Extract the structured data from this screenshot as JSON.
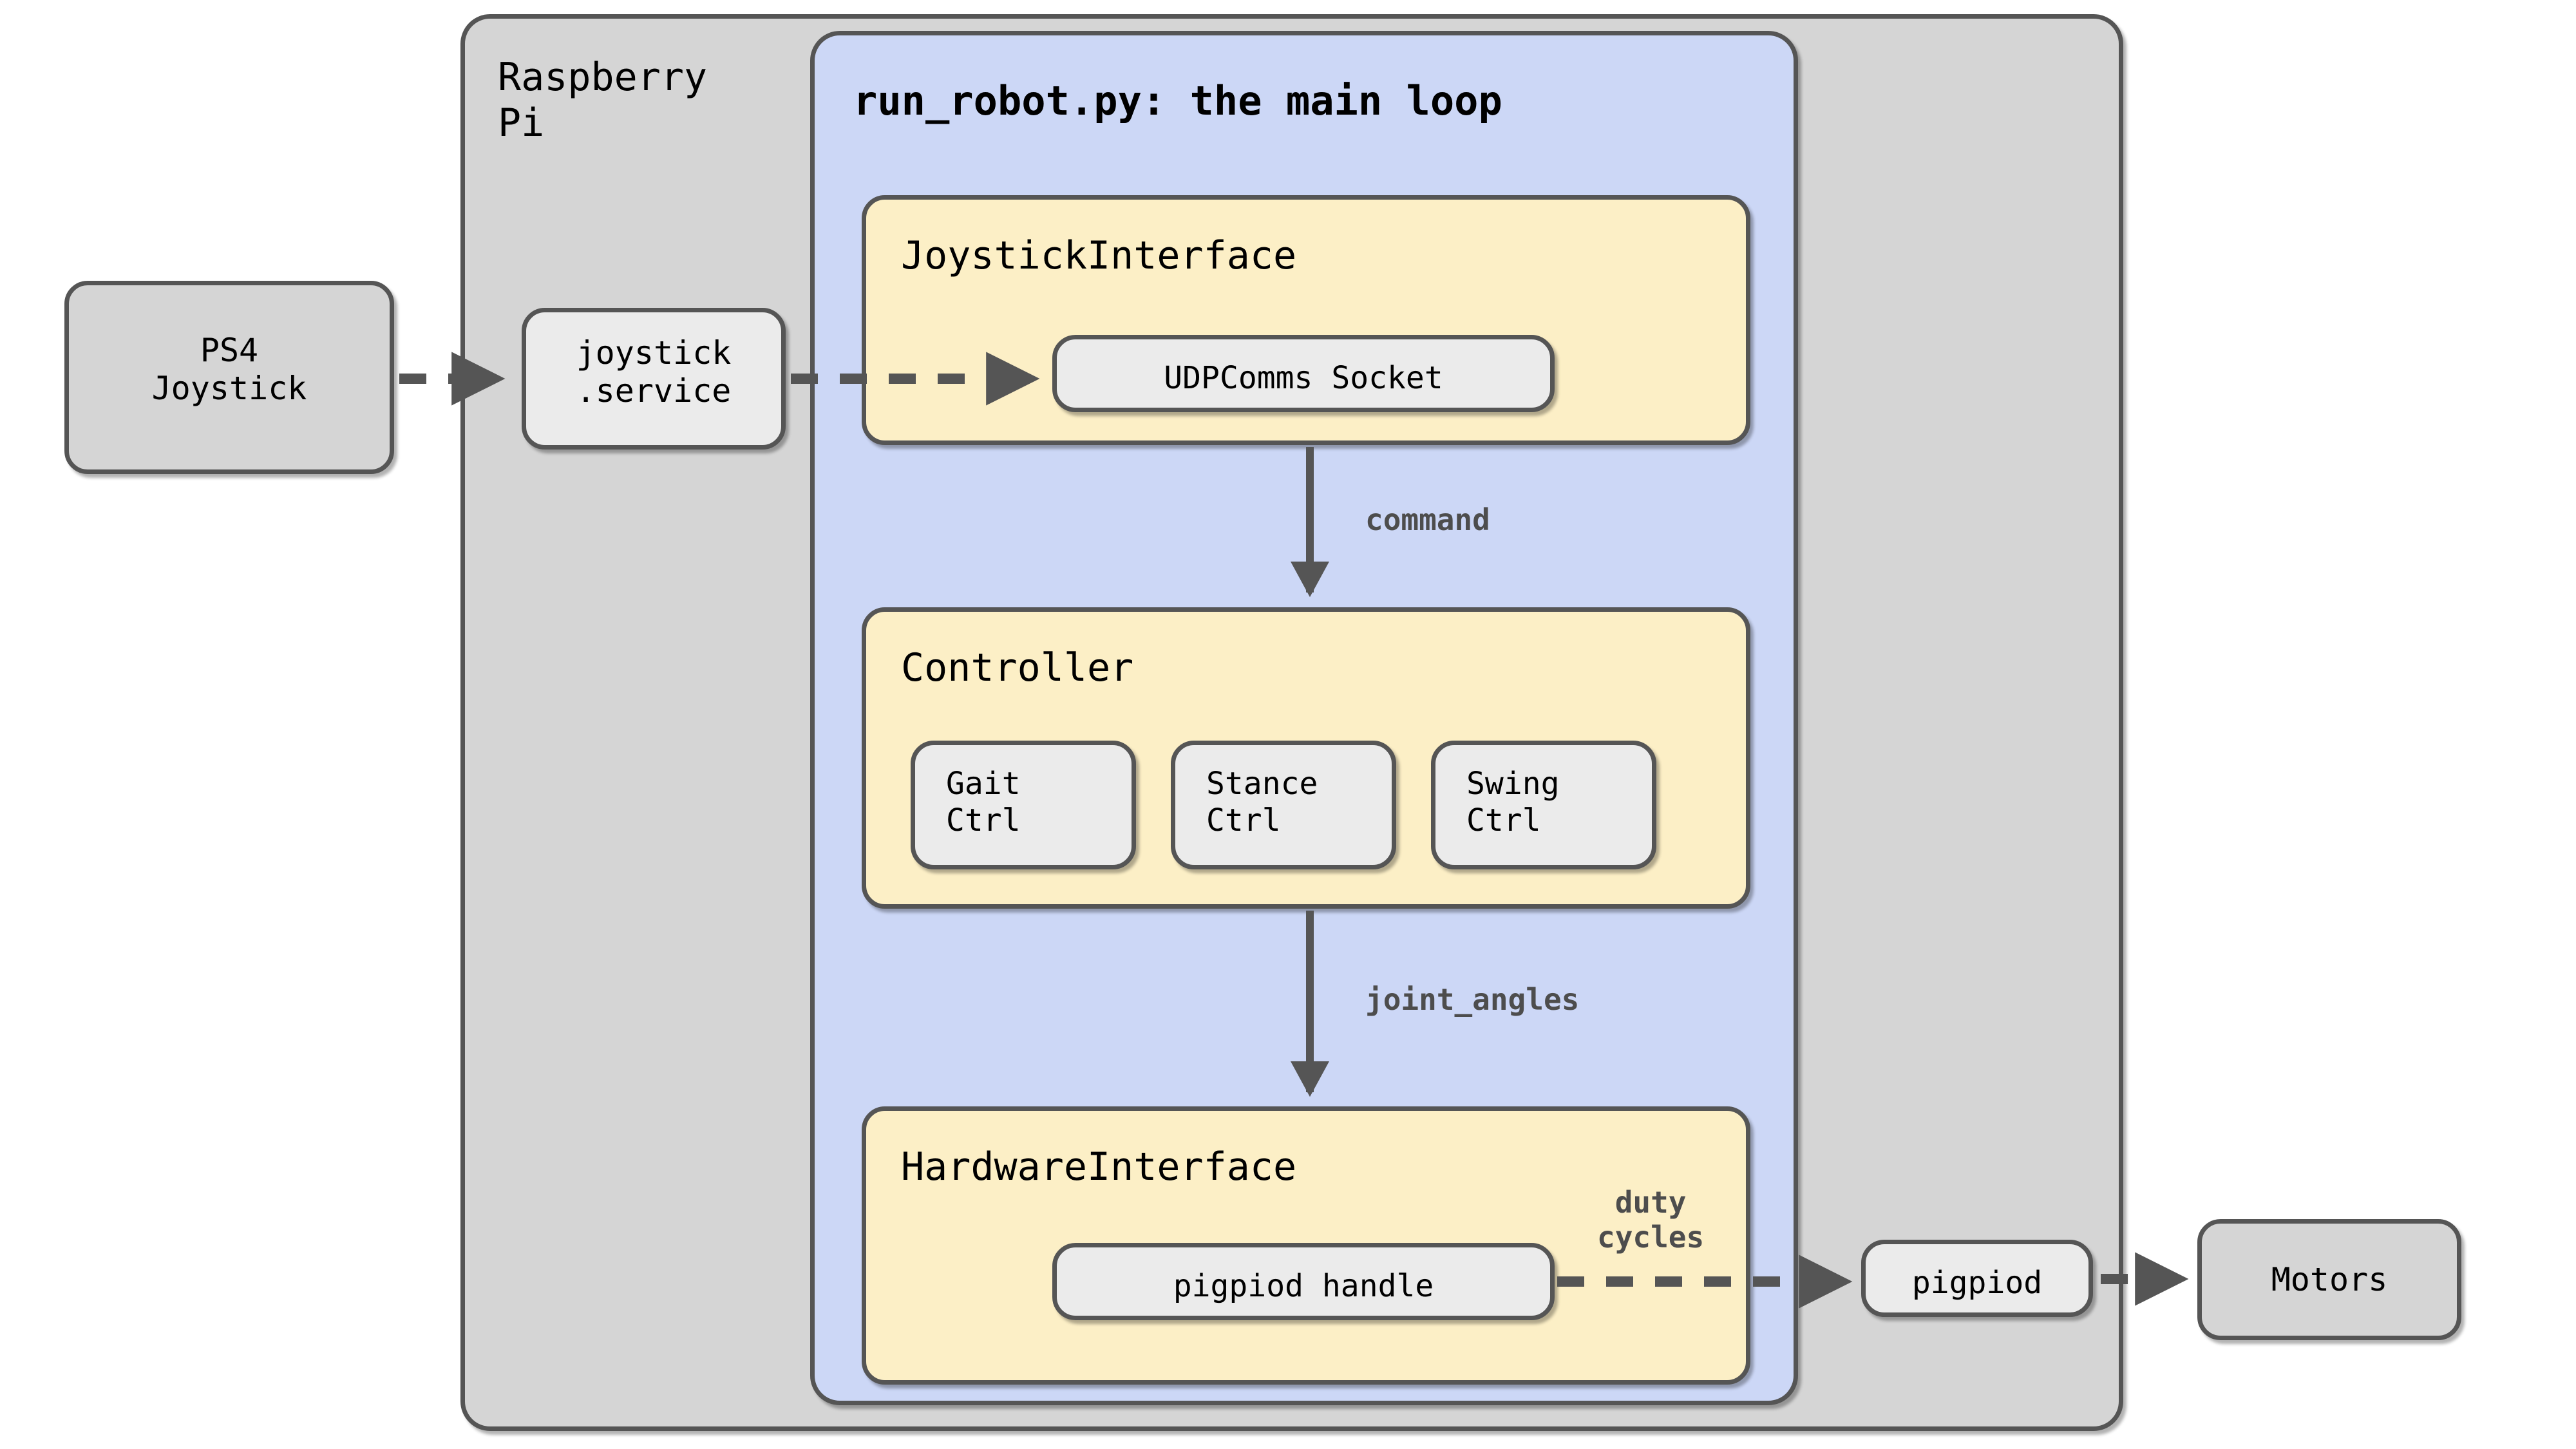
{
  "diagram": {
    "title": "run_robot.py: the main loop",
    "containers": {
      "raspberry_pi": "Raspberry\nPi",
      "main_loop": "run_robot.py: the main loop"
    },
    "nodes": {
      "ps4_joystick": "PS4\nJoystick",
      "joystick_service": "joystick\n.service",
      "joystick_interface": "JoystickInterface",
      "udpcomms_socket": "UDPComms Socket",
      "controller": "Controller",
      "gait_ctrl": "Gait\nCtrl",
      "stance_ctrl": "Stance\nCtrl",
      "swing_ctrl": "Swing\nCtrl",
      "hardware_interface": "HardwareInterface",
      "pigpiod_handle": "pigpiod handle",
      "pigpiod": "pigpiod",
      "motors": "Motors"
    },
    "edge_labels": {
      "command": "command",
      "joint_angles": "joint_angles",
      "duty_cycles": "duty\ncycles"
    },
    "colors": {
      "container_gray": "#d5d5d5",
      "container_blue": "#ccd7f6",
      "box_yellow": "#fcefc6",
      "box_gray": "#ebebeb",
      "stroke": "#555555",
      "edge_label_color": "#4d4d4d",
      "arrow_color": "#555555",
      "page_background": "#ffffff"
    }
  }
}
